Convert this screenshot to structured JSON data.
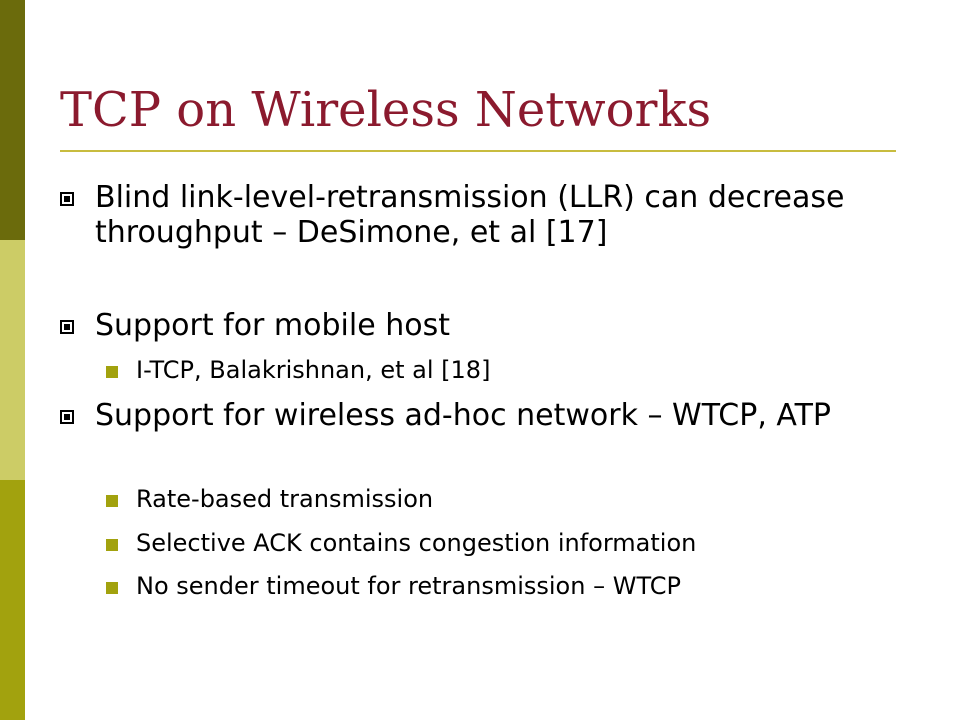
{
  "slide": {
    "title": "TCP on Wireless Networks",
    "colors": {
      "title": "#8b1a2e",
      "rule": "#c8bc3f",
      "sidebar_top": "#6b6b0c",
      "sidebar_mid": "#cccc66",
      "sidebar_bottom": "#a2a20e",
      "sub_bullet": "#a2a20e"
    },
    "bullets": [
      {
        "text": "Blind link-level-retransmission (LLR) can decrease throughput – DeSimone, et al [17]"
      },
      {
        "text": "Support for mobile host"
      },
      {
        "text": "I-TCP, Balakrishnan, et al [18]"
      },
      {
        "text": "Support for wireless ad-hoc network – WTCP, ATP"
      },
      {
        "text": "Rate-based transmission"
      },
      {
        "text": "Selective ACK contains congestion information"
      },
      {
        "text": "No sender timeout for retransmission – WTCP"
      }
    ]
  }
}
